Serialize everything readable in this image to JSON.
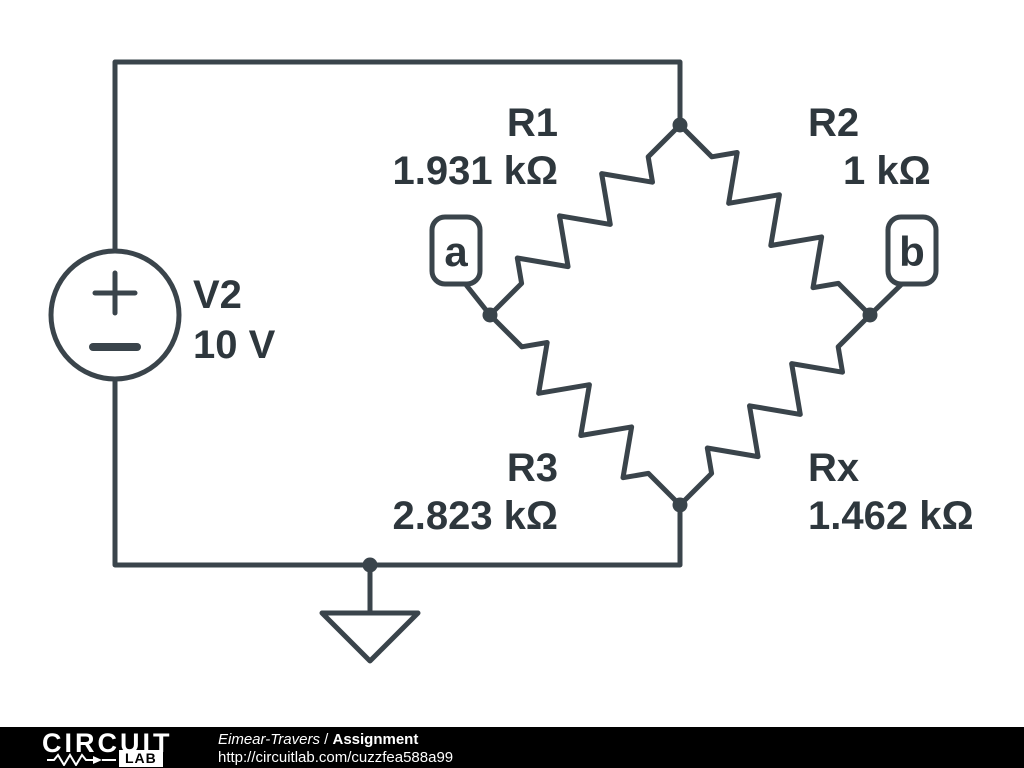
{
  "colors": {
    "wire": "#3a444b",
    "text": "#2e373d",
    "background": "#ffffff",
    "footer_bg": "#000000",
    "footer_text": "#ffffff"
  },
  "schematic": {
    "source": {
      "ref": "V2",
      "value": "10 V"
    },
    "resistors": {
      "r1": {
        "ref": "R1",
        "value": "1.931 kΩ"
      },
      "r2": {
        "ref": "R2",
        "value": "1 kΩ"
      },
      "r3": {
        "ref": "R3",
        "value": "2.823 kΩ"
      },
      "rx": {
        "ref": "Rx",
        "value": "1.462 kΩ"
      }
    },
    "terminals": {
      "a": "a",
      "b": "b"
    }
  },
  "footer": {
    "logo_top": "CIRCUIT",
    "logo_sub": "LAB",
    "author": "Eimear-Travers",
    "divider": " / ",
    "doc_title": "Assignment",
    "url": "http://circuitlab.com/cuzzfea588a99"
  }
}
